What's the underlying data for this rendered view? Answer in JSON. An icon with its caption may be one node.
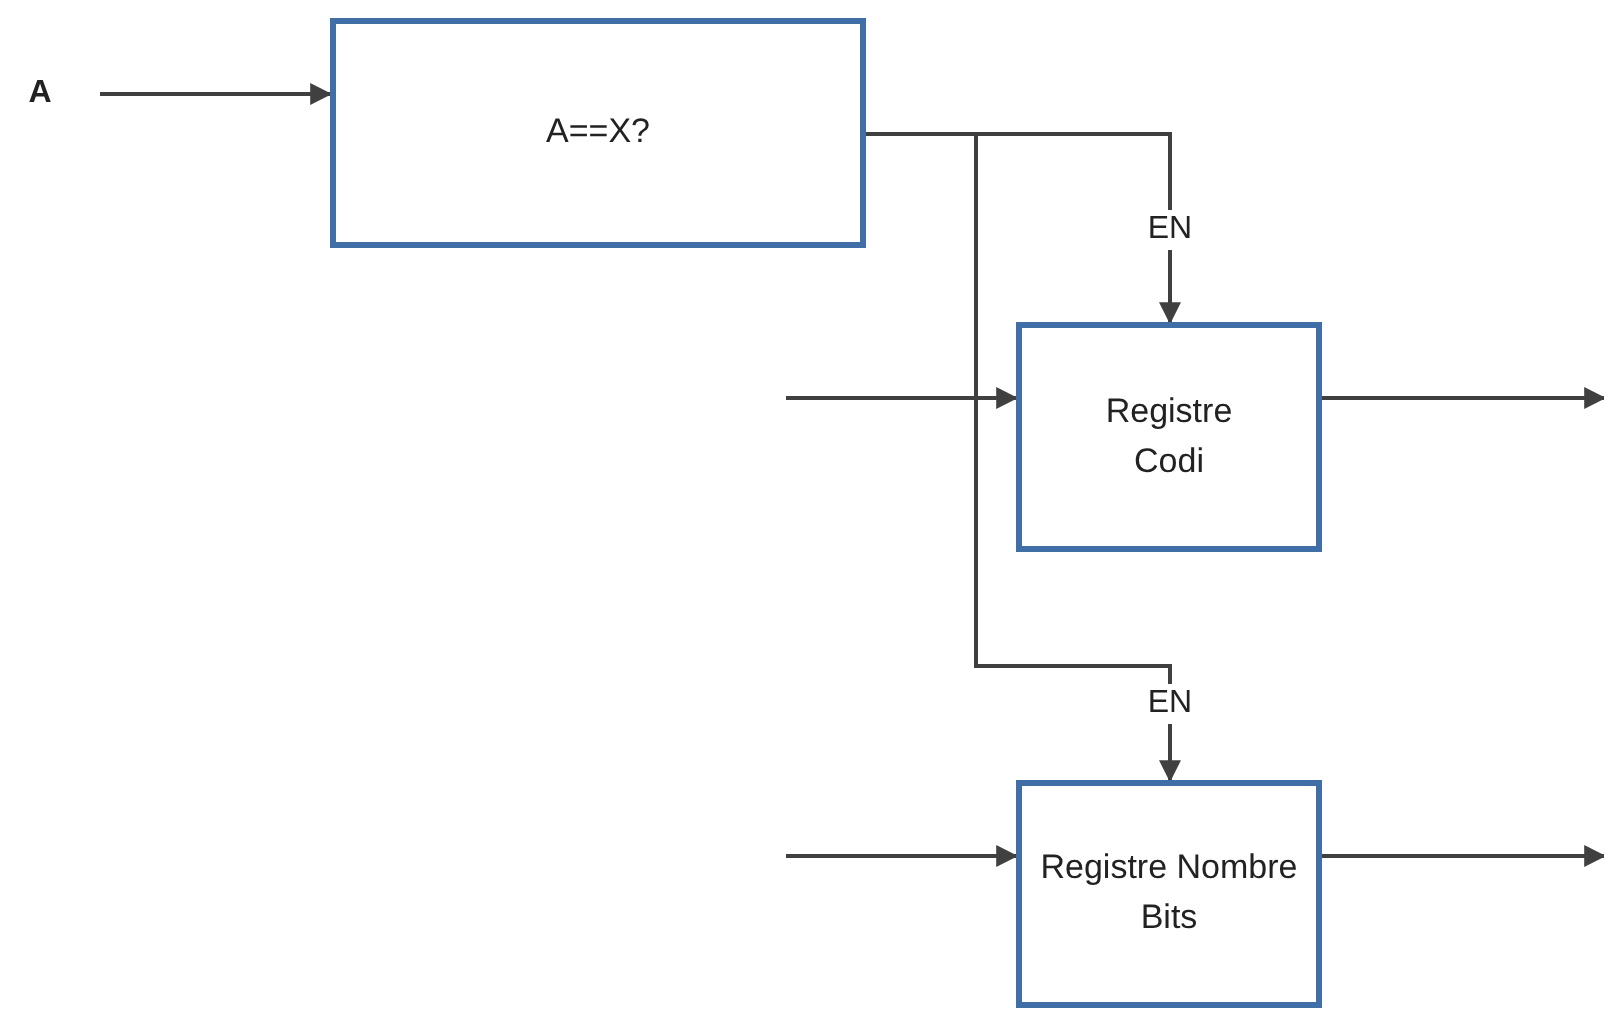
{
  "diagram": {
    "nodes": [
      {
        "text": [
          "A"
        ]
      },
      {
        "text": [
          "A==X?"
        ]
      },
      {
        "text": [
          "Registre Codi"
        ]
      },
      {
        "text": [
          "Registre Nombre Bits"
        ]
      }
    ],
    "edges": [
      {
        "from": 0,
        "to": 1,
        "arrow": "to"
      },
      {
        "from": 1,
        "to": 2,
        "arrow": "to",
        "label": "EN"
      },
      {
        "from": 1,
        "to": 3,
        "arrow": "to",
        "label": "EN"
      },
      {
        "from": null,
        "to": 2,
        "arrow": "to"
      },
      {
        "from": 2,
        "to": null,
        "arrow": "to"
      },
      {
        "from": null,
        "to": 3,
        "arrow": "to"
      },
      {
        "from": 3,
        "to": null,
        "arrow": "to"
      }
    ]
  }
}
